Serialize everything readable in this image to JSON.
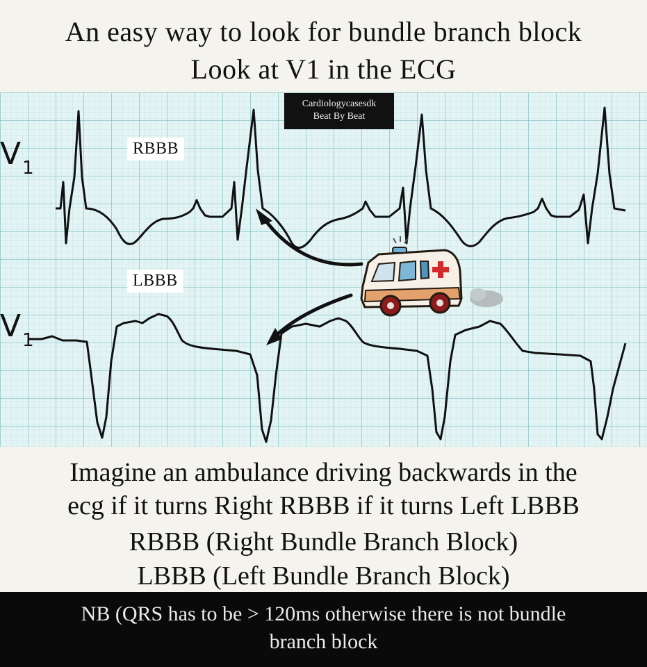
{
  "header": {
    "title_line1": "An easy way to look for bundle branch block",
    "title_line2": "Look at V1 in the ECG"
  },
  "watermark": {
    "line1": "Cardiologycasesdk",
    "line2": "Beat By Beat"
  },
  "ecg": {
    "lead_top": {
      "letter": "V",
      "sub": "1"
    },
    "lead_bottom": {
      "letter": "V",
      "sub": "1"
    },
    "label_top": "RBBB",
    "label_bottom": "LBBB",
    "grid_color": "#9fd0d4",
    "grid_bg": "#e2f3f3",
    "trace_color": "#111111",
    "icon": "ambulance-icon"
  },
  "caption": {
    "line1": "Imagine an ambulance driving backwards in the",
    "line2": "ecg if it turns Right RBBB if it turns Left LBBB",
    "line3": "RBBB (Right Bundle Branch Block)",
    "line4": "LBBB (Left Bundle Branch Block)"
  },
  "note": {
    "line1": "NB (QRS has to be > 120ms otherwise there is not bundle",
    "line2": "branch block"
  }
}
